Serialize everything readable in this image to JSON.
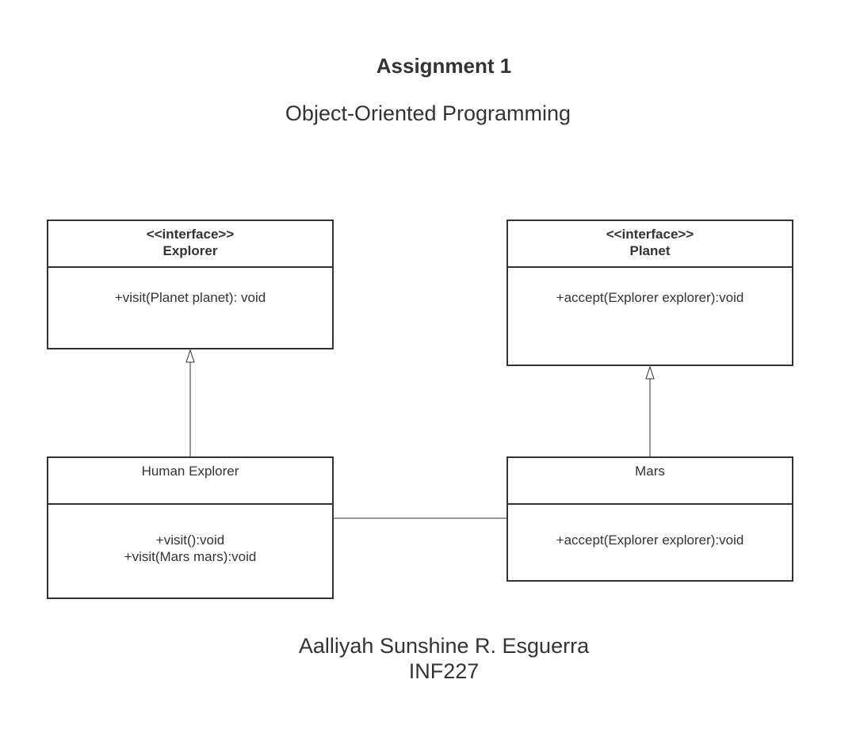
{
  "title": "Assignment 1",
  "subtitle": "Object-Oriented Programming",
  "classes": {
    "explorer": {
      "stereotype": "<<interface>>",
      "name": "Explorer",
      "members": [
        "+visit(Planet planet): void"
      ]
    },
    "planet": {
      "stereotype": "<<interface>>",
      "name": "Planet",
      "members": [
        "+accept(Explorer explorer):void"
      ]
    },
    "human_explorer": {
      "name": "Human Explorer",
      "members": [
        "+visit():void",
        "+visit(Mars mars):void"
      ]
    },
    "mars": {
      "name": "Mars",
      "members": [
        "+accept(Explorer explorer):void"
      ]
    }
  },
  "relations": [
    {
      "type": "realization",
      "from": "Human Explorer",
      "to": "Explorer"
    },
    {
      "type": "realization",
      "from": "Mars",
      "to": "Planet"
    },
    {
      "type": "association",
      "from": "Human Explorer",
      "to": "Mars"
    }
  ],
  "author": {
    "name": "Aalliyah Sunshine R. Esguerra",
    "course": "INF227"
  },
  "colors": {
    "line": "#333333",
    "text": "#333333",
    "background": "#ffffff"
  }
}
